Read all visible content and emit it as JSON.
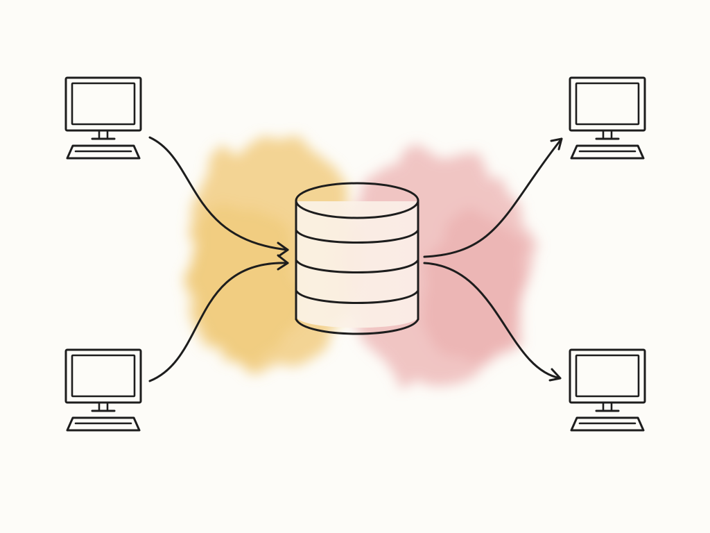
{
  "diagram": {
    "background_color": "#fdfcf8",
    "ink_color": "#1d1d1d",
    "wash_colors": {
      "left": "#f0c56e",
      "right": "#e8a3a3"
    },
    "nodes": [
      {
        "id": "client-top-left",
        "icon": "computer-icon",
        "role": "source"
      },
      {
        "id": "client-bottom-left",
        "icon": "computer-icon",
        "role": "source"
      },
      {
        "id": "client-top-right",
        "icon": "computer-icon",
        "role": "destination"
      },
      {
        "id": "client-bottom-right",
        "icon": "computer-icon",
        "role": "destination"
      },
      {
        "id": "central-database",
        "icon": "database-icon",
        "role": "hub"
      }
    ],
    "edges": [
      {
        "from": "client-top-left",
        "to": "central-database"
      },
      {
        "from": "client-bottom-left",
        "to": "central-database"
      },
      {
        "from": "central-database",
        "to": "client-top-right"
      },
      {
        "from": "central-database",
        "to": "client-bottom-right"
      }
    ]
  }
}
